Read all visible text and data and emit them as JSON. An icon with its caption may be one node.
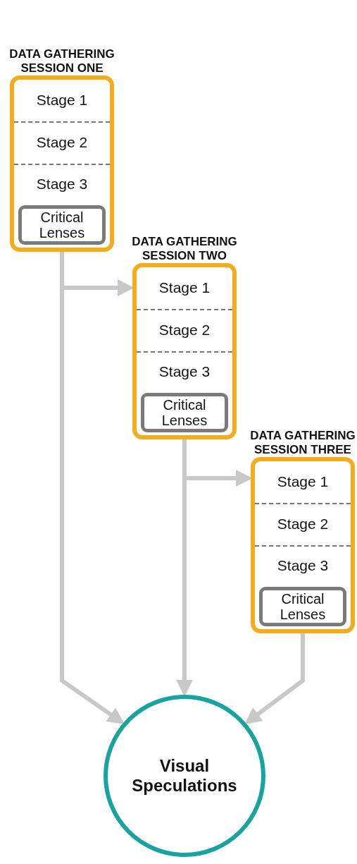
{
  "diagram": {
    "nodes": [
      {
        "text": [
          "DATA GATHERING SESSION ONE"
        ]
      },
      {
        "text": [
          "Stage 1"
        ],
        "in": 0
      },
      {
        "text": [
          "Stage 2"
        ],
        "in": 0
      },
      {
        "text": [
          "Stage 3"
        ],
        "in": 0
      },
      {
        "text": [
          "Critical Lenses"
        ],
        "in": 0
      },
      {
        "text": [
          "DATA GATHERING SESSION TWO"
        ]
      },
      {
        "text": [
          "Stage 1"
        ],
        "in": 5
      },
      {
        "text": [
          "Stage 2"
        ],
        "in": 5
      },
      {
        "text": [
          "Stage 3"
        ],
        "in": 5
      },
      {
        "text": [
          "Critical Lenses"
        ],
        "in": 5
      },
      {
        "text": [
          "DATA GATHERING SESSION THREE"
        ]
      },
      {
        "text": [
          "Stage 1"
        ],
        "in": 10
      },
      {
        "text": [
          "Stage 2"
        ],
        "in": 10
      },
      {
        "text": [
          "Stage 3"
        ],
        "in": 10
      },
      {
        "text": [
          "Critical Lenses"
        ],
        "in": 10
      },
      {
        "text": [
          "Visual Speculations"
        ]
      }
    ],
    "edges": [
      {
        "from": 0,
        "to": 5,
        "arrow": "to"
      },
      {
        "from": 0,
        "to": 15,
        "arrow": "to"
      },
      {
        "from": 5,
        "to": 10,
        "arrow": "to"
      },
      {
        "from": 5,
        "to": 15,
        "arrow": "to"
      },
      {
        "from": 10,
        "to": 15,
        "arrow": "to"
      }
    ]
  }
}
